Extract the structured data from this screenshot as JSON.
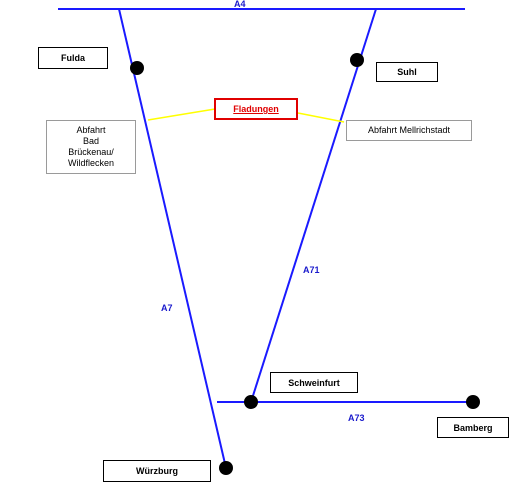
{
  "map": {
    "roads": {
      "a4": "A4",
      "a7": "A7",
      "a71": "A71",
      "a73": "A73"
    },
    "cities": {
      "fulda": "Fulda",
      "suhl": "Suhl",
      "schweinfurt": "Schweinfurt",
      "bamberg": "Bamberg",
      "wuerzburg": "Würzburg"
    },
    "destination": "Fladungen",
    "exits": {
      "bad_brueckenau": [
        "Abfahrt",
        "Bad",
        "Brückenau/",
        "Wildflecken"
      ],
      "mellrichstadt": "Abfahrt Mellrichstadt"
    },
    "colors": {
      "road": "#1a1aff",
      "road_label": "#1a1acc",
      "connector": "#ffff00",
      "destination": "#e00000",
      "junction": "#000000"
    }
  }
}
